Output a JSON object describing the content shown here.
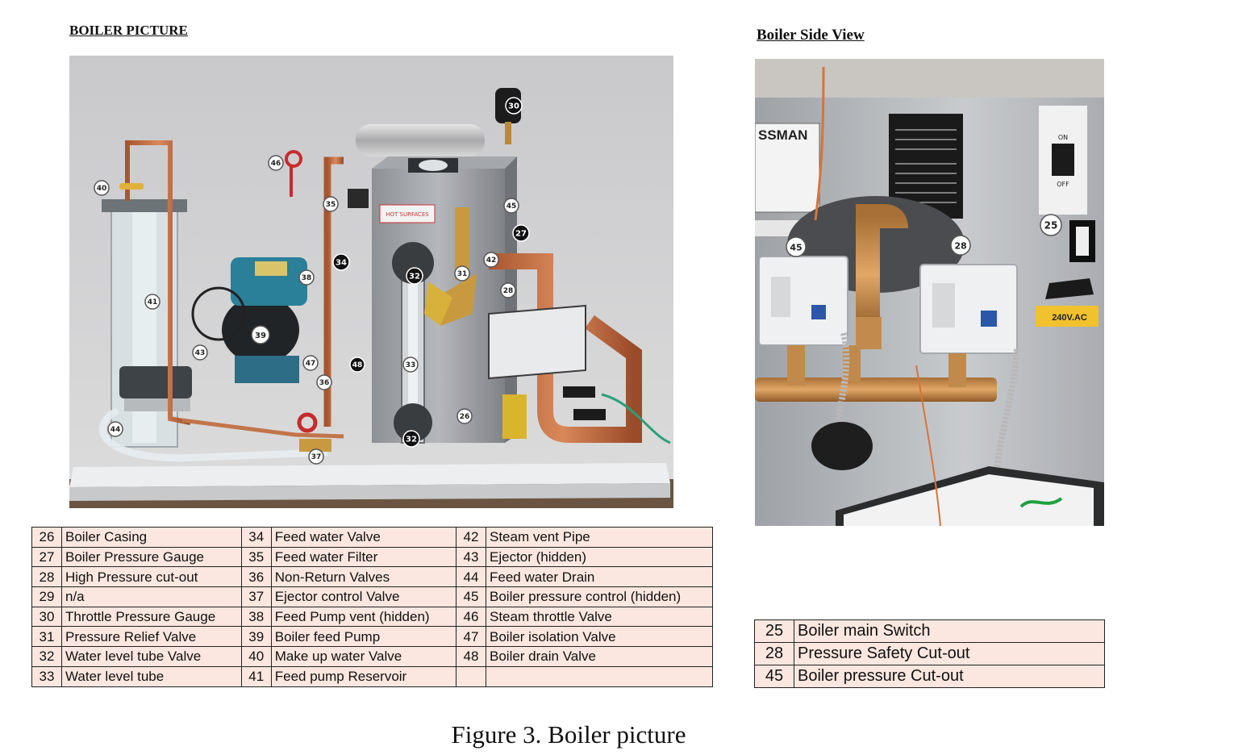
{
  "headings": {
    "left": "BOILER PICTURE",
    "right": "Boiler Side View"
  },
  "main_photo": {
    "callouts": [
      "30",
      "46",
      "40",
      "35",
      "45",
      "27",
      "42",
      "34",
      "32",
      "31",
      "38",
      "28",
      "41",
      "39",
      "43",
      "47",
      "48",
      "33",
      "36",
      "26",
      "44",
      "32",
      "37"
    ],
    "warning_sign": "HOT SURFACES"
  },
  "side_photo": {
    "callouts": [
      "45",
      "28",
      "25"
    ],
    "brand_text": "SSMAN",
    "switch_on": "ON",
    "switch_off": "OFF",
    "voltage_label": "240V.AC"
  },
  "legend_main": {
    "rows": [
      [
        {
          "num": "26",
          "label": "Boiler Casing"
        },
        {
          "num": "34",
          "label": "Feed water Valve"
        },
        {
          "num": "42",
          "label": "Steam vent Pipe"
        }
      ],
      [
        {
          "num": "27",
          "label": "Boiler Pressure Gauge"
        },
        {
          "num": "35",
          "label": "Feed water Filter"
        },
        {
          "num": "43",
          "label": "Ejector (hidden)"
        }
      ],
      [
        {
          "num": "28",
          "label": "High Pressure cut-out"
        },
        {
          "num": "36",
          "label": "Non-Return Valves"
        },
        {
          "num": "44",
          "label": "Feed water Drain"
        }
      ],
      [
        {
          "num": "29",
          "label": "n/a"
        },
        {
          "num": "37",
          "label": "Ejector control Valve"
        },
        {
          "num": "45",
          "label": "Boiler pressure control (hidden)"
        }
      ],
      [
        {
          "num": "30",
          "label": "Throttle Pressure Gauge"
        },
        {
          "num": "38",
          "label": "Feed Pump vent (hidden)"
        },
        {
          "num": "46",
          "label": "Steam throttle Valve"
        }
      ],
      [
        {
          "num": "31",
          "label": "Pressure Relief Valve"
        },
        {
          "num": "39",
          "label": "Boiler feed Pump"
        },
        {
          "num": "47",
          "label": "Boiler isolation Valve"
        }
      ],
      [
        {
          "num": "32",
          "label": "Water level tube Valve"
        },
        {
          "num": "40",
          "label": "Make up water Valve"
        },
        {
          "num": "48",
          "label": "Boiler drain Valve"
        }
      ],
      [
        {
          "num": "33",
          "label": "Water level tube"
        },
        {
          "num": "41",
          "label": "Feed pump Reservoir"
        },
        {
          "num": "",
          "label": ""
        }
      ]
    ]
  },
  "legend_side": {
    "rows": [
      {
        "num": "25",
        "label": "Boiler main Switch"
      },
      {
        "num": "28",
        "label": "Pressure Safety Cut-out"
      },
      {
        "num": "45",
        "label": "Boiler pressure Cut-out"
      }
    ]
  },
  "caption": "Figure 3. Boiler picture"
}
